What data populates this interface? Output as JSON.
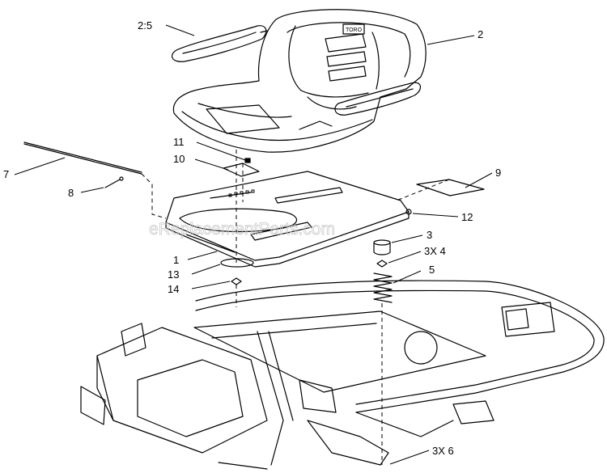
{
  "watermark": "eReplacementParts.com",
  "seat_logo": "TORO",
  "callouts": {
    "c2_5": "2:5",
    "c2": "2",
    "c11": "11",
    "c10": "10",
    "c7": "7",
    "c8": "8",
    "c9": "9",
    "c12": "12",
    "c3": "3",
    "c3x4": "3X 4",
    "c5": "5",
    "c1": "1",
    "c13": "13",
    "c14": "14",
    "c3x6": "3X 6"
  }
}
